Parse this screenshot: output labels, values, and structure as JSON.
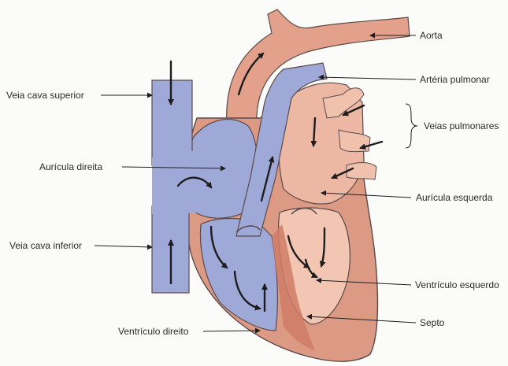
{
  "labels": {
    "aorta": "Aorta",
    "arteria_pulmonar": "Artéria pulmonar",
    "veias_pulmonares": "Veias pulmonares",
    "veia_cava_superior": "Veia cava superior",
    "auricula_direita": "Aurícula direita",
    "auricula_esquerda": "Aurícula esquerda",
    "veia_cava_inferior": "Veia cava inferior",
    "ventriculo_esquerdo": "Ventrículo esquerdo",
    "septo": "Septo",
    "ventriculo_direito": "Ventrículo direito"
  },
  "colors": {
    "oxygenated": "#e3a08a",
    "oxygenated_dark": "#cf7d66",
    "oxygenated_light": "#f0c2ad",
    "deoxygenated": "#9fa9d8",
    "deoxygenated_dark": "#7c88c4",
    "outline": "#5a4a4a",
    "arrow": "#1d1d1d"
  }
}
